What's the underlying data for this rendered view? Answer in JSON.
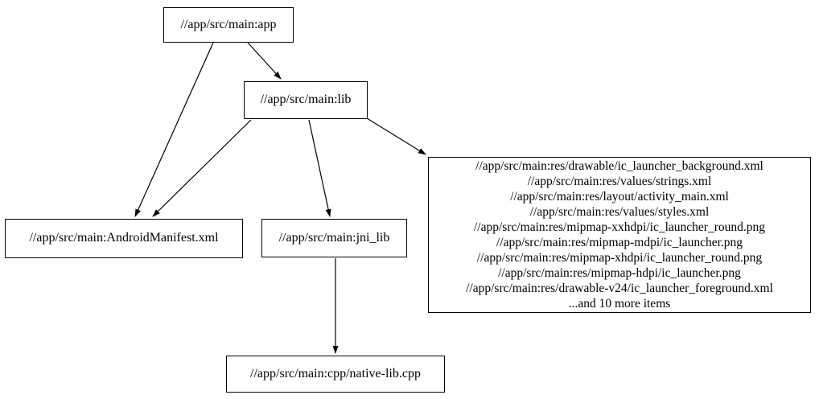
{
  "graph": {
    "background_color": "#ffffff",
    "node_border_color": "#000000",
    "edge_color": "#000000",
    "text_color": "#000000",
    "nodes": {
      "app": {
        "label": "//app/src/main:app"
      },
      "lib": {
        "label": "//app/src/main:lib"
      },
      "manifest": {
        "label": "//app/src/main:AndroidManifest.xml"
      },
      "jni_lib": {
        "label": "//app/src/main:jni_lib"
      },
      "native_lib": {
        "label": "//app/src/main:cpp/native-lib.cpp"
      },
      "res_group": {
        "lines": [
          "//app/src/main:res/drawable/ic_launcher_background.xml",
          "//app/src/main:res/values/strings.xml",
          "//app/src/main:res/layout/activity_main.xml",
          "//app/src/main:res/values/styles.xml",
          "//app/src/main:res/mipmap-xxhdpi/ic_launcher_round.png",
          "//app/src/main:res/mipmap-mdpi/ic_launcher.png",
          "//app/src/main:res/mipmap-xhdpi/ic_launcher_round.png",
          "//app/src/main:res/mipmap-hdpi/ic_launcher.png",
          "//app/src/main:res/drawable-v24/ic_launcher_foreground.xml",
          "...and 10 more items"
        ]
      }
    },
    "edges": [
      {
        "from": "app",
        "to": "lib"
      },
      {
        "from": "app",
        "to": "manifest"
      },
      {
        "from": "lib",
        "to": "manifest"
      },
      {
        "from": "lib",
        "to": "jni_lib"
      },
      {
        "from": "lib",
        "to": "res_group"
      },
      {
        "from": "jni_lib",
        "to": "native_lib"
      }
    ]
  }
}
